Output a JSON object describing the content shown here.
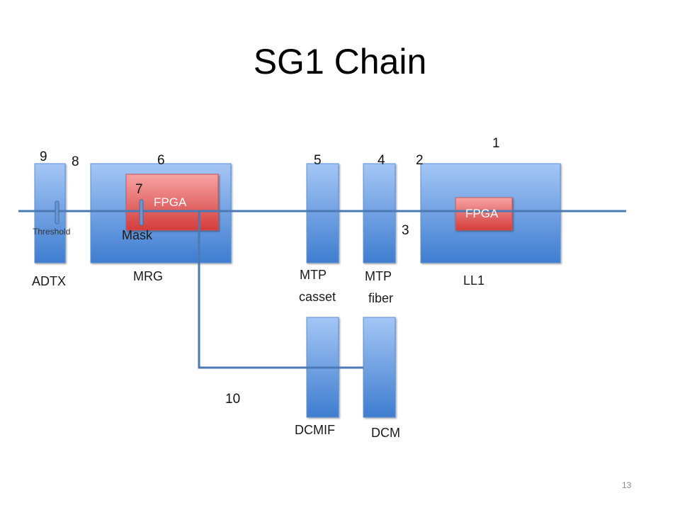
{
  "slide": {
    "title": "SG1 Chain",
    "page_number": "13"
  },
  "blocks": {
    "adtx": "ADTX",
    "mrg": "MRG",
    "mtp_casset_line1": "MTP",
    "mtp_casset_line2": "casset",
    "mtp_fiber_line1": "MTP",
    "mtp_fiber_line2": "fiber",
    "ll1": "LL1",
    "dcmif": "DCMIF",
    "dcm": "DCM"
  },
  "chips": {
    "mrg_fpga": "FPGA",
    "ll1_fpga": "FPGA"
  },
  "annotations": {
    "threshold": "Threshold",
    "mask": "Mask"
  },
  "step_numbers": {
    "n1": "1",
    "n2": "2",
    "n3": "3",
    "n4": "4",
    "n5": "5",
    "n6": "6",
    "n7": "7",
    "n8": "8",
    "n9": "9",
    "n10": "10"
  },
  "colors": {
    "block_top": "#a4c6f5",
    "block_bottom": "#3f7dd0",
    "chip_top": "#f6a3a3",
    "chip_bottom": "#d43c3c",
    "line": "#4a79b3"
  }
}
